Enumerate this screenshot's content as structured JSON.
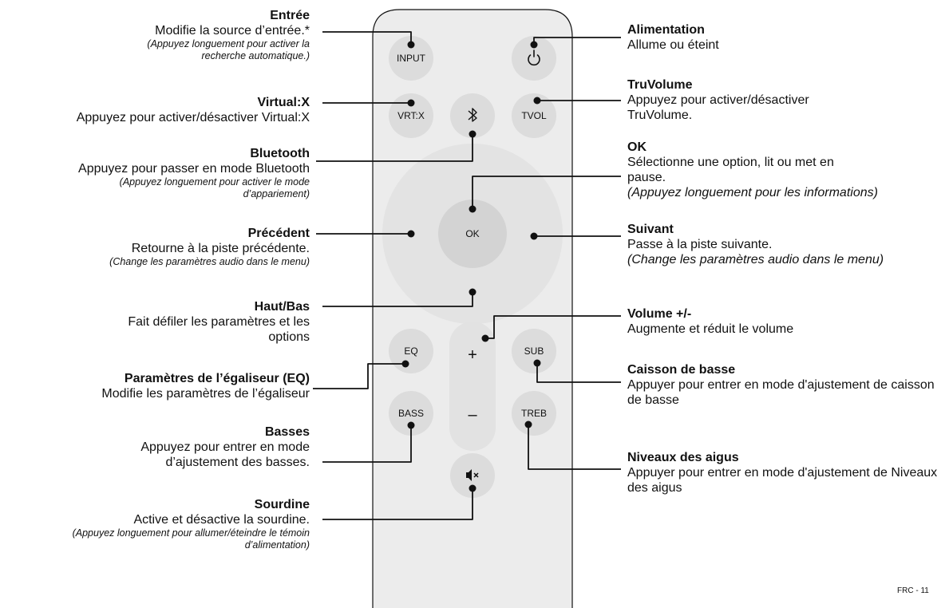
{
  "remote": {
    "buttons": {
      "input": "INPUT",
      "vrtx": "VRT:X",
      "tvol": "TVOL",
      "ok": "OK",
      "eq": "EQ",
      "sub": "SUB",
      "bass": "BASS",
      "treb": "TREB",
      "plus": "+",
      "minus": "–"
    },
    "icons": {
      "power": "power-icon",
      "bluetooth": "bluetooth-icon",
      "mute": "mute-icon"
    },
    "colors": {
      "body": "#ececec",
      "button": "#dcdcdc",
      "ring": "#e3e3e3",
      "ok": "#d3d3d3",
      "line": "#111111"
    }
  },
  "callouts": {
    "entree": {
      "title": "Entrée",
      "desc": "Modifie la source d’entrée.*",
      "note": "(Appuyez longuement pour activer la recherche automatique.)"
    },
    "virtualx": {
      "title": "Virtual:X",
      "desc": "Appuyez pour activer/désactiver Virtual:X"
    },
    "bluetooth": {
      "title": "Bluetooth",
      "desc": "Appuyez pour passer en mode Bluetooth",
      "note": "(Appuyez longuement pour activer le mode d’appariement)"
    },
    "precedent": {
      "title": "Précédent",
      "desc": "Retourne à la piste précédente.",
      "note": "(Change les paramètres audio dans le menu)"
    },
    "hautbas": {
      "title": "Haut/Bas",
      "desc": "Fait défiler les paramètres et les options"
    },
    "eq": {
      "title": "Paramètres de l’égaliseur (EQ)",
      "desc": "Modifie les paramètres de l’égaliseur"
    },
    "basses": {
      "title": "Basses",
      "desc": "Appuyez pour entrer en mode d’ajustement des basses."
    },
    "sourdine": {
      "title": "Sourdine",
      "desc": "Active et désactive la sourdine.",
      "note": "(Appuyez longuement pour allumer/éteindre le témoin d’alimentation)"
    },
    "alimentation": {
      "title": "Alimentation",
      "desc": "Allume ou éteint"
    },
    "truvolume": {
      "title": "TruVolume",
      "desc": "Appuyez pour activer/désactiver TruVolume."
    },
    "ok": {
      "title": "OK",
      "desc": "Sélectionne une option, lit ou met en pause.",
      "note": "(Appuyez longuement pour les informations)"
    },
    "suivant": {
      "title": "Suivant",
      "desc": "Passe à la piste suivante.",
      "note": "(Change les paramètres audio dans le menu)"
    },
    "volume": {
      "title": "Volume +/-",
      "desc": "Augmente et réduit le volume"
    },
    "caisson": {
      "title": "Caisson de basse",
      "desc": "Appuyer pour entrer en mode d'ajustement de caisson de basse"
    },
    "aigus": {
      "title": "Niveaux des aigus",
      "desc": "Appuyer pour entrer en mode d'ajustement de Niveaux des aigus"
    }
  },
  "page_number": "FRC - 11"
}
